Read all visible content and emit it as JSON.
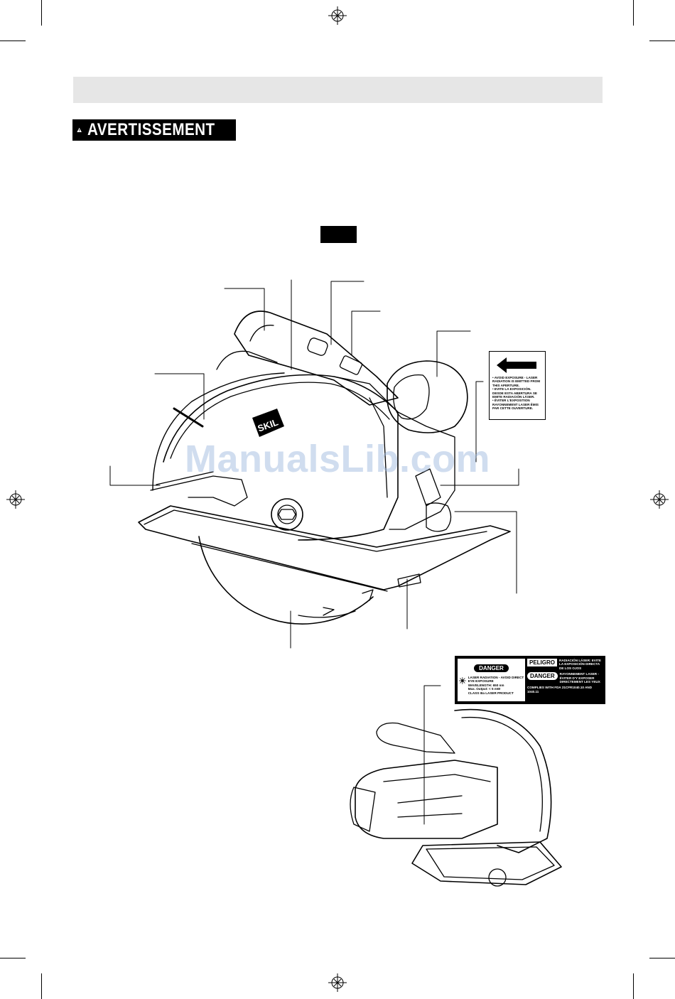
{
  "header": {
    "warning_label": "AVERTISSEMENT"
  },
  "watermark": "ManualsLib.com",
  "brand": "SKIL",
  "laser_aperture_label": {
    "lines": [
      "• AVOID EXPOSURE - LASER RADIATION IS EMITTED FROM THIS APERTURE.",
      "• EVITE LA EXPOSICIÓN. DESDE ESTA ABERTURA SE EMITE RADIACIÓN LÁSER.",
      "• ÉVITER L'EXPOSITION RAYONNEMENT LASER ÉMIS PAR CETTE OUVERTURE."
    ]
  },
  "danger_label": {
    "danger_title": "DANGER",
    "laser_warning": "LASER RADIATION - AVOID DIRECT EYE EXPOSURE",
    "wavelength": "WAVELENGTH: 650 nm",
    "output": "Max. Output: < 5 mW",
    "class": "CLASS IIIa LASER PRODUCT",
    "peligro_title": "PELIGRO",
    "peligro_text": "RADIACIÓN LÁSER: EVITE LA EXPOSICIÓN DIRECTA DE LOS OJOS",
    "danger_fr_title": "DANGER",
    "danger_fr_text": "RAYONNEMENT LASER - ÉVITER D'Y EXPOSER DIRECTEMENT LES YEUX",
    "complies": "COMPLIES WITH FDA 21CFR1040.10 AND 1040.11"
  }
}
